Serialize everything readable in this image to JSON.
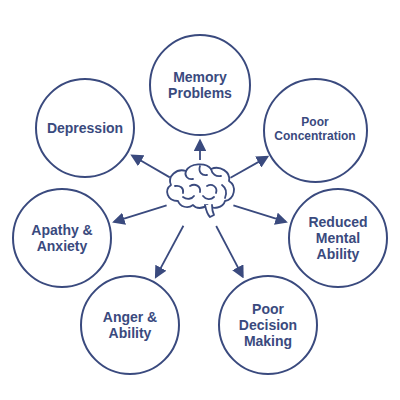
{
  "diagram": {
    "nodes": [
      {
        "text": [
          "Memory Problems"
        ]
      },
      {
        "text": [
          "Poor Concentration"
        ]
      },
      {
        "text": [
          "Reduced Mental Ability"
        ]
      },
      {
        "text": [
          "Poor Decision Making"
        ]
      },
      {
        "text": [
          "Anger & Ability"
        ]
      },
      {
        "text": [
          "Apathy & Anxiety"
        ]
      },
      {
        "text": [
          "Depression"
        ]
      }
    ]
  }
}
